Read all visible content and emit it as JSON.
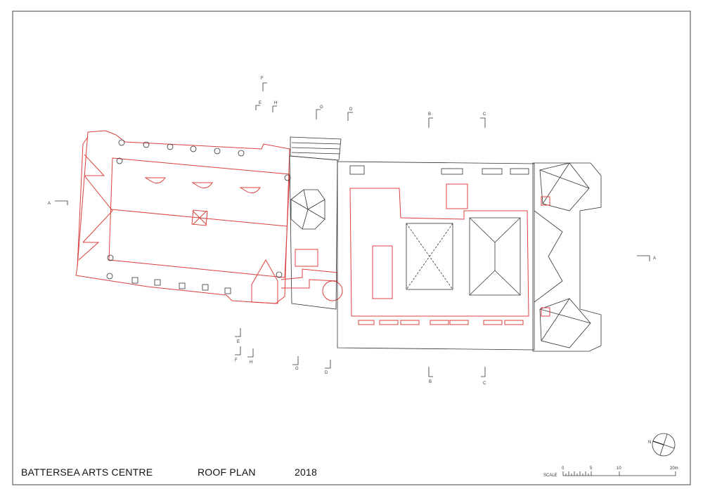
{
  "title_block": {
    "project": "BATTERSEA ARTS CENTRE",
    "drawing": "ROOF PLAN",
    "year": "2018"
  },
  "scale_bar": {
    "label": "SCALE",
    "ticks": [
      "0",
      "5",
      "10",
      "20m"
    ]
  },
  "north_arrow": {
    "label": "N"
  },
  "section_markers": {
    "top": [
      "F",
      "E",
      "H",
      "G",
      "D",
      "B",
      "C"
    ],
    "bottom": [
      "E",
      "F",
      "H",
      "G",
      "D",
      "B",
      "C"
    ],
    "left": "A",
    "right": "A"
  },
  "colors": {
    "existing": "#333333",
    "proposed": "#d9413f"
  }
}
